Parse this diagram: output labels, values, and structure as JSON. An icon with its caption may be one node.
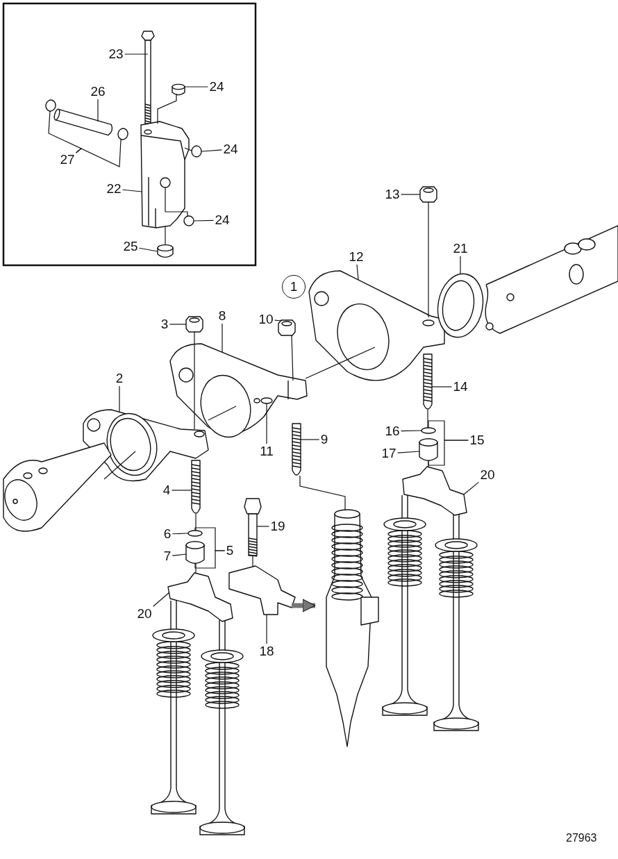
{
  "diagram": {
    "nodes": [
      {
        "text": [
          "23"
        ]
      },
      {
        "text": [
          "24"
        ]
      },
      {
        "text": [
          "26"
        ]
      },
      {
        "text": [
          "27"
        ]
      },
      {
        "text": [
          "24"
        ]
      },
      {
        "text": [
          "22"
        ]
      },
      {
        "text": [
          "24"
        ]
      },
      {
        "text": [
          "25"
        ]
      },
      {
        "text": [
          "1"
        ]
      },
      {
        "text": [
          "12"
        ]
      },
      {
        "text": [
          "13"
        ]
      },
      {
        "text": [
          "21"
        ]
      },
      {
        "text": [
          "3"
        ]
      },
      {
        "text": [
          "8"
        ]
      },
      {
        "text": [
          "10"
        ]
      },
      {
        "text": [
          "2"
        ]
      },
      {
        "text": [
          "11"
        ]
      },
      {
        "text": [
          "9"
        ]
      },
      {
        "text": [
          "14"
        ]
      },
      {
        "text": [
          "16"
        ]
      },
      {
        "text": [
          "15"
        ]
      },
      {
        "text": [
          "17"
        ]
      },
      {
        "text": [
          "20"
        ]
      },
      {
        "text": [
          "4"
        ]
      },
      {
        "text": [
          "6"
        ]
      },
      {
        "text": [
          "5"
        ]
      },
      {
        "text": [
          "7"
        ]
      },
      {
        "text": [
          "19"
        ]
      },
      {
        "text": [
          "20"
        ]
      },
      {
        "text": [
          "18"
        ]
      },
      {
        "text": [],
        "shape": "picture"
      },
      {
        "text": [],
        "shape": "cylinder"
      },
      {
        "text": [],
        "shape": "cylinder"
      },
      {
        "text": [],
        "shape": "circle"
      },
      {
        "text": [],
        "shape": "circle"
      },
      {
        "text": [],
        "shape": "circle"
      },
      {
        "text": [],
        "shape": "picture"
      },
      {
        "text": [],
        "shape": "circle"
      },
      {
        "text": [],
        "shape": "cylinder"
      },
      {
        "text": [],
        "shape": "picture"
      },
      {
        "text": [],
        "shape": "picture"
      },
      {
        "text": [],
        "shape": "picture"
      },
      {
        "text": [],
        "shape": "picture"
      },
      {
        "text": [],
        "shape": "picture"
      },
      {
        "text": [],
        "shape": "picture"
      },
      {
        "text": [],
        "shape": "picture"
      },
      {
        "text": [],
        "shape": "circle",
        "in": 43
      },
      {
        "text": [],
        "shape": "picture"
      },
      {
        "text": [],
        "shape": "picture"
      },
      {
        "text": [],
        "shape": "circle"
      },
      {
        "text": [],
        "shape": "cylinder"
      },
      {
        "text": [],
        "shape": "picture"
      },
      {
        "text": [],
        "shape": "picture"
      },
      {
        "text": [],
        "shape": "circle"
      },
      {
        "text": [],
        "shape": "cylinder"
      },
      {
        "text": [],
        "shape": "picture"
      },
      {
        "text": [],
        "shape": "picture"
      },
      {
        "text": [],
        "shape": "picture"
      },
      {
        "text": [],
        "shape": "picture"
      },
      {
        "text": [],
        "shape": "picture"
      }
    ],
    "edges": [
      {
        "from": 0,
        "to": 30,
        "arrow": "none"
      },
      {
        "from": 1,
        "to": 31,
        "arrow": "none"
      },
      {
        "from": 2,
        "to": 32,
        "arrow": "none"
      },
      {
        "from": 3,
        "to": 33,
        "arrow": "none"
      },
      {
        "from": 3,
        "to": 34,
        "arrow": "none"
      },
      {
        "from": 4,
        "to": 35,
        "arrow": "none"
      },
      {
        "from": 5,
        "to": 36,
        "arrow": "none"
      },
      {
        "from": 6,
        "to": 37,
        "arrow": "none"
      },
      {
        "from": 7,
        "to": 38,
        "arrow": "none"
      },
      {
        "from": 9,
        "to": 39,
        "arrow": "none"
      },
      {
        "from": 10,
        "to": 40,
        "arrow": "none"
      },
      {
        "from": 11,
        "to": 41,
        "arrow": "none"
      },
      {
        "from": 12,
        "to": 42,
        "arrow": "none"
      },
      {
        "from": 13,
        "to": 43,
        "arrow": "none"
      },
      {
        "from": 14,
        "to": 44,
        "arrow": "none"
      },
      {
        "from": 15,
        "to": 45,
        "arrow": "none"
      },
      {
        "from": 16,
        "to": 46,
        "arrow": "none"
      },
      {
        "from": 17,
        "to": 47,
        "arrow": "none"
      },
      {
        "from": 18,
        "to": 48,
        "arrow": "none"
      },
      {
        "from": 19,
        "to": 49,
        "arrow": "none"
      },
      {
        "from": 20,
        "to": 49,
        "arrow": "none"
      },
      {
        "from": 20,
        "to": 50,
        "arrow": "none"
      },
      {
        "from": 21,
        "to": 50,
        "arrow": "none"
      },
      {
        "from": 22,
        "to": 51,
        "arrow": "none"
      },
      {
        "from": 23,
        "to": 52,
        "arrow": "none"
      },
      {
        "from": 24,
        "to": 53,
        "arrow": "none"
      },
      {
        "from": 25,
        "to": 53,
        "arrow": "none"
      },
      {
        "from": 25,
        "to": 54,
        "arrow": "none"
      },
      {
        "from": 26,
        "to": 54,
        "arrow": "none"
      },
      {
        "from": 27,
        "to": 55,
        "arrow": "none"
      },
      {
        "from": 28,
        "to": 56,
        "arrow": "none"
      },
      {
        "from": 29,
        "to": 57,
        "arrow": "none"
      },
      {
        "from": 40,
        "to": 39,
        "arrow": "none"
      },
      {
        "from": 42,
        "to": 45,
        "arrow": "none"
      },
      {
        "from": 44,
        "to": 43,
        "arrow": "none"
      },
      {
        "from": 31,
        "to": 36,
        "arrow": "none"
      },
      {
        "from": 35,
        "to": 36,
        "arrow": "none"
      },
      {
        "from": 37,
        "to": 36,
        "arrow": "none"
      },
      {
        "from": 38,
        "to": 36,
        "arrow": "none"
      },
      {
        "from": 48,
        "to": 49,
        "arrow": "none"
      },
      {
        "from": 52,
        "to": 53,
        "arrow": "none"
      },
      {
        "from": 54,
        "to": 56,
        "arrow": "none"
      },
      {
        "from": 50,
        "to": 51,
        "arrow": "none"
      },
      {
        "from": 47,
        "to": 58,
        "arrow": "none"
      },
      {
        "from": 55,
        "to": 57,
        "arrow": "none"
      },
      {
        "from": 59,
        "to": 45,
        "arrow": "none"
      },
      {
        "from": 45,
        "to": 43,
        "arrow": "none"
      },
      {
        "from": 43,
        "to": 39,
        "arrow": "none"
      },
      {
        "from": 57,
        "to": 58,
        "arrow": "to",
        "style": "thick",
        "color": "#777777"
      }
    ],
    "labels": [
      "27963"
    ]
  }
}
